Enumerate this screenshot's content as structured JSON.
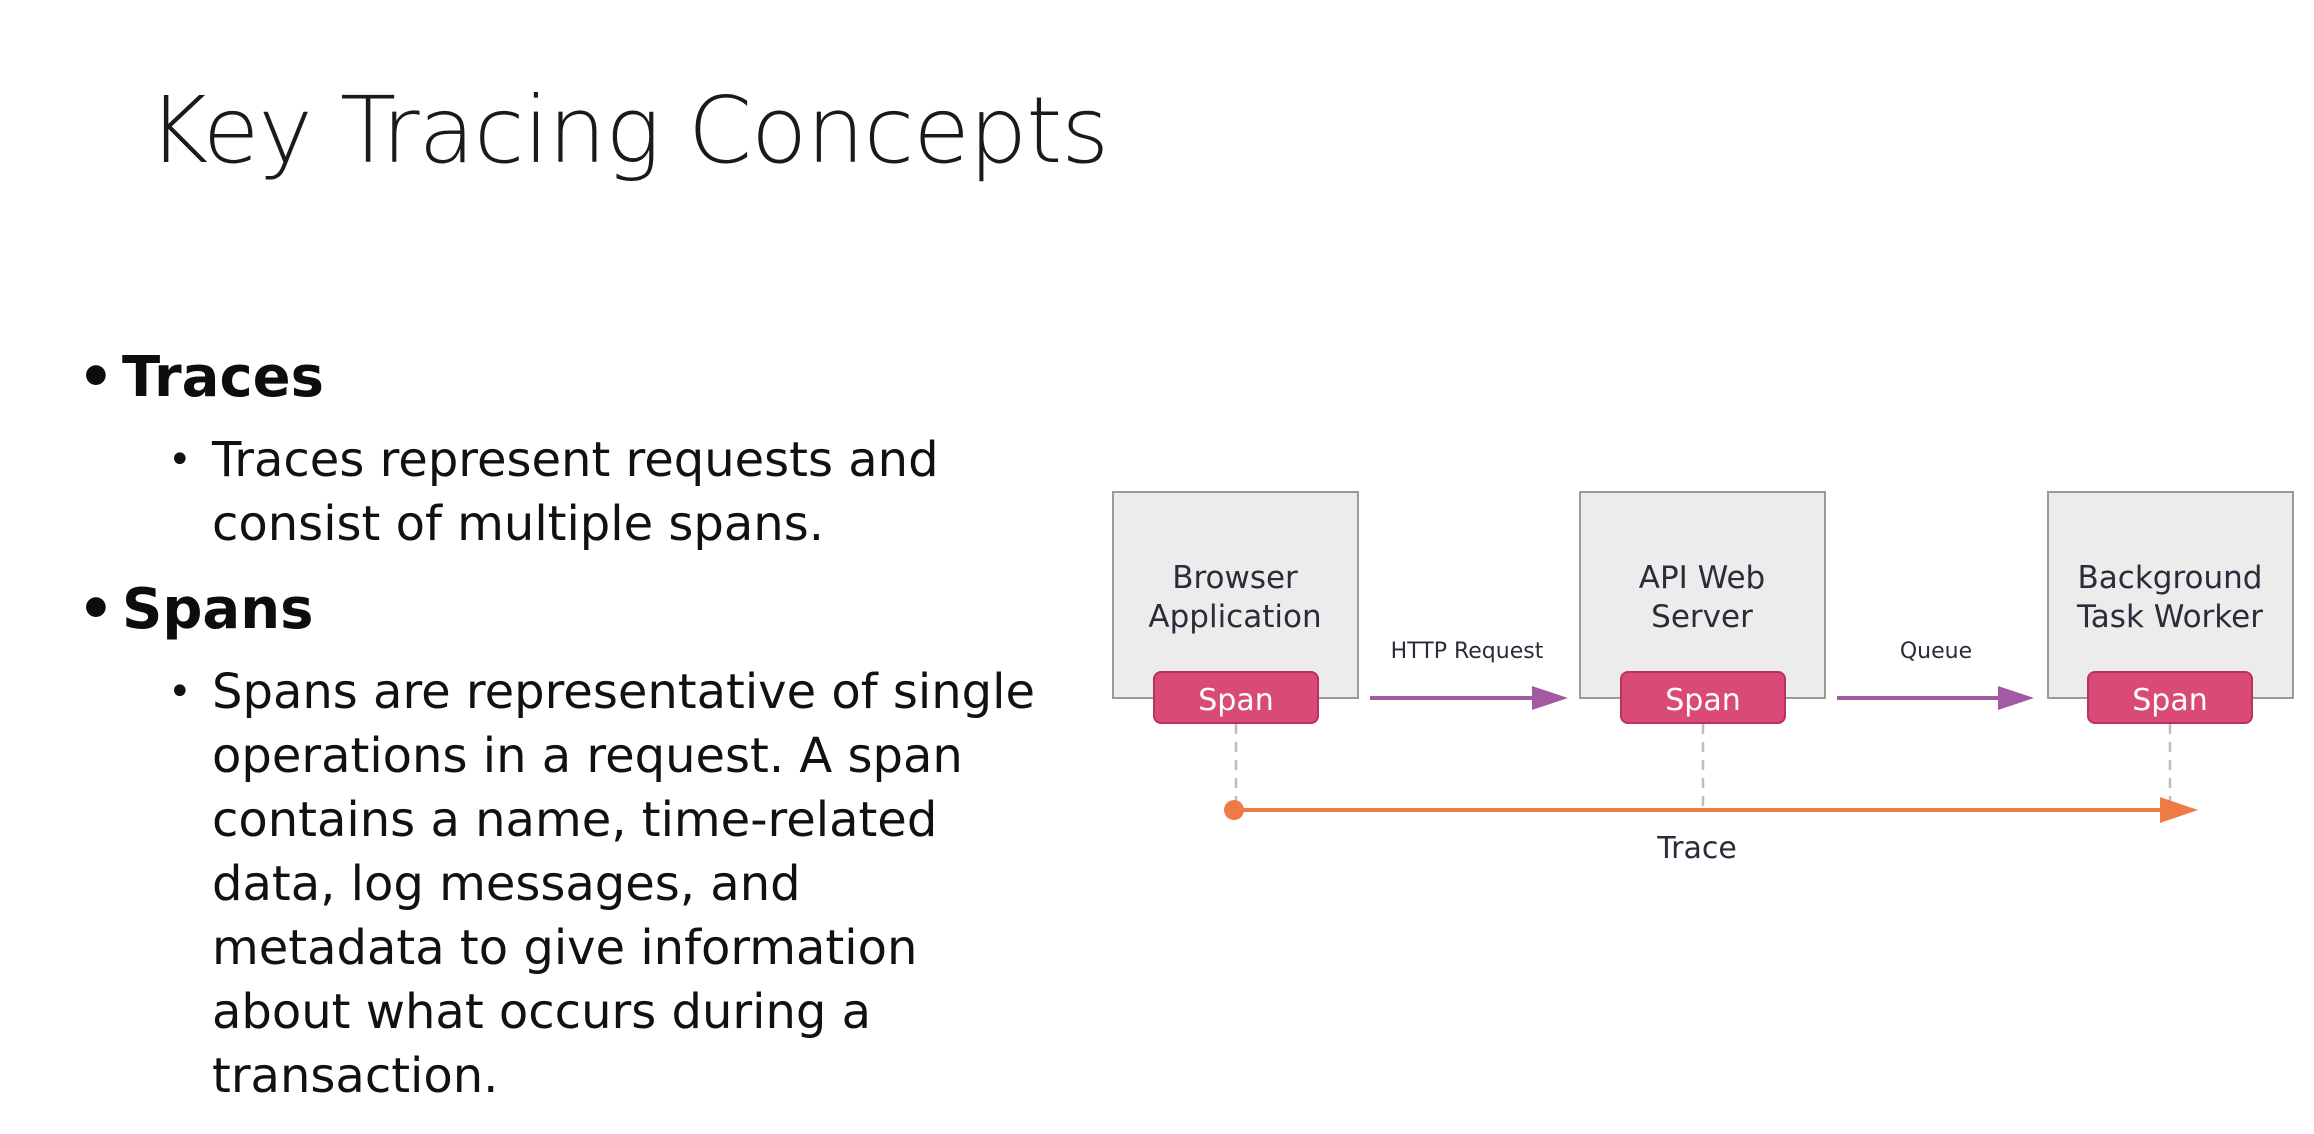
{
  "slide": {
    "title": "Key Tracing Concepts"
  },
  "bullets": [
    {
      "heading": "Traces",
      "text": "Traces represent requests and consist of multiple spans."
    },
    {
      "heading": "Spans",
      "text": "Spans are representative of single operations in a request. A span contains a name, time-related data, log messages, and metadata to give information about what occurs during a transaction."
    }
  ],
  "diagram": {
    "services": [
      {
        "line1": "Browser",
        "line2": "Application",
        "span_label": "Span"
      },
      {
        "line1": "API Web",
        "line2": "Server",
        "span_label": "Span"
      },
      {
        "line1": "Background",
        "line2": "Task Worker",
        "span_label": "Span"
      }
    ],
    "connections": [
      {
        "label": "HTTP Request"
      },
      {
        "label": "Queue"
      }
    ],
    "trace_label": "Trace",
    "colors": {
      "box_fill": "#ececec",
      "box_stroke": "#9a9a9a",
      "span_fill": "#d94a76",
      "span_stroke": "#b8335d",
      "connection_arrow": "#a35aa3",
      "trace_arrow": "#ee7b45",
      "dashed_line": "#bdbdbd",
      "text": "#2b2b3a"
    }
  }
}
